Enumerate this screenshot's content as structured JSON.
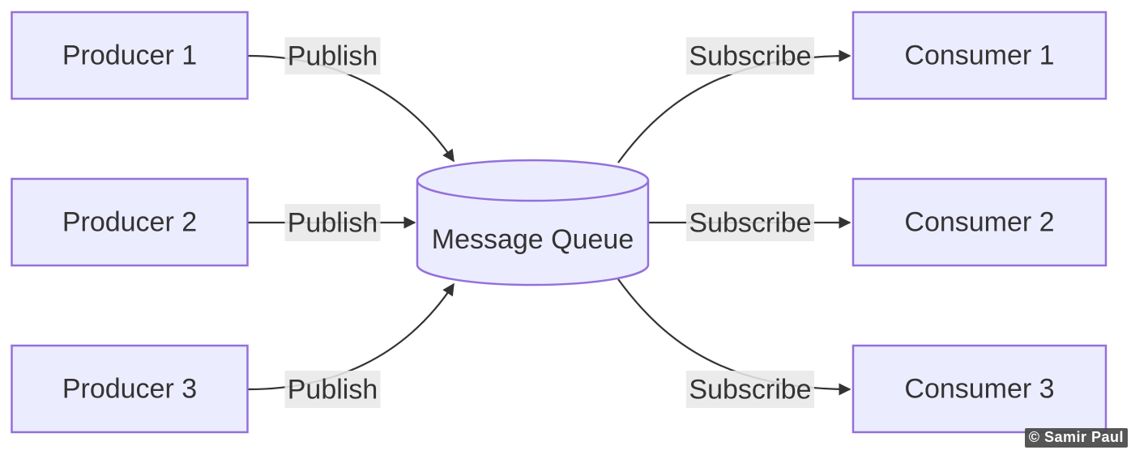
{
  "diagram": {
    "type": "flowchart-left-right",
    "background_color": "#ffffff",
    "nodes": {
      "producers": [
        {
          "label": "Producer 1",
          "shape": "rect"
        },
        {
          "label": "Producer 2",
          "shape": "rect"
        },
        {
          "label": "Producer 3",
          "shape": "rect"
        }
      ],
      "queue": {
        "label": "Message Queue",
        "shape": "cylinder"
      },
      "consumers": [
        {
          "label": "Consumer 1",
          "shape": "rect"
        },
        {
          "label": "Consumer 2",
          "shape": "rect"
        },
        {
          "label": "Consumer 3",
          "shape": "rect"
        }
      ]
    },
    "edges": [
      {
        "from": "Producer 1",
        "to": "Message Queue",
        "label": "Publish"
      },
      {
        "from": "Producer 2",
        "to": "Message Queue",
        "label": "Publish"
      },
      {
        "from": "Producer 3",
        "to": "Message Queue",
        "label": "Publish"
      },
      {
        "from": "Message Queue",
        "to": "Consumer 1",
        "label": "Subscribe"
      },
      {
        "from": "Message Queue",
        "to": "Consumer 2",
        "label": "Subscribe"
      },
      {
        "from": "Message Queue",
        "to": "Consumer 3",
        "label": "Subscribe"
      }
    ],
    "style": {
      "node_fill": "#ECECFF",
      "node_border": "#9370DB",
      "node_text_color": "#333333",
      "edge_color": "#333333",
      "edge_label_bg": "#e8e8e8",
      "edge_label_text_color": "#333333"
    }
  },
  "watermark": {
    "text": "© Samir Paul"
  }
}
